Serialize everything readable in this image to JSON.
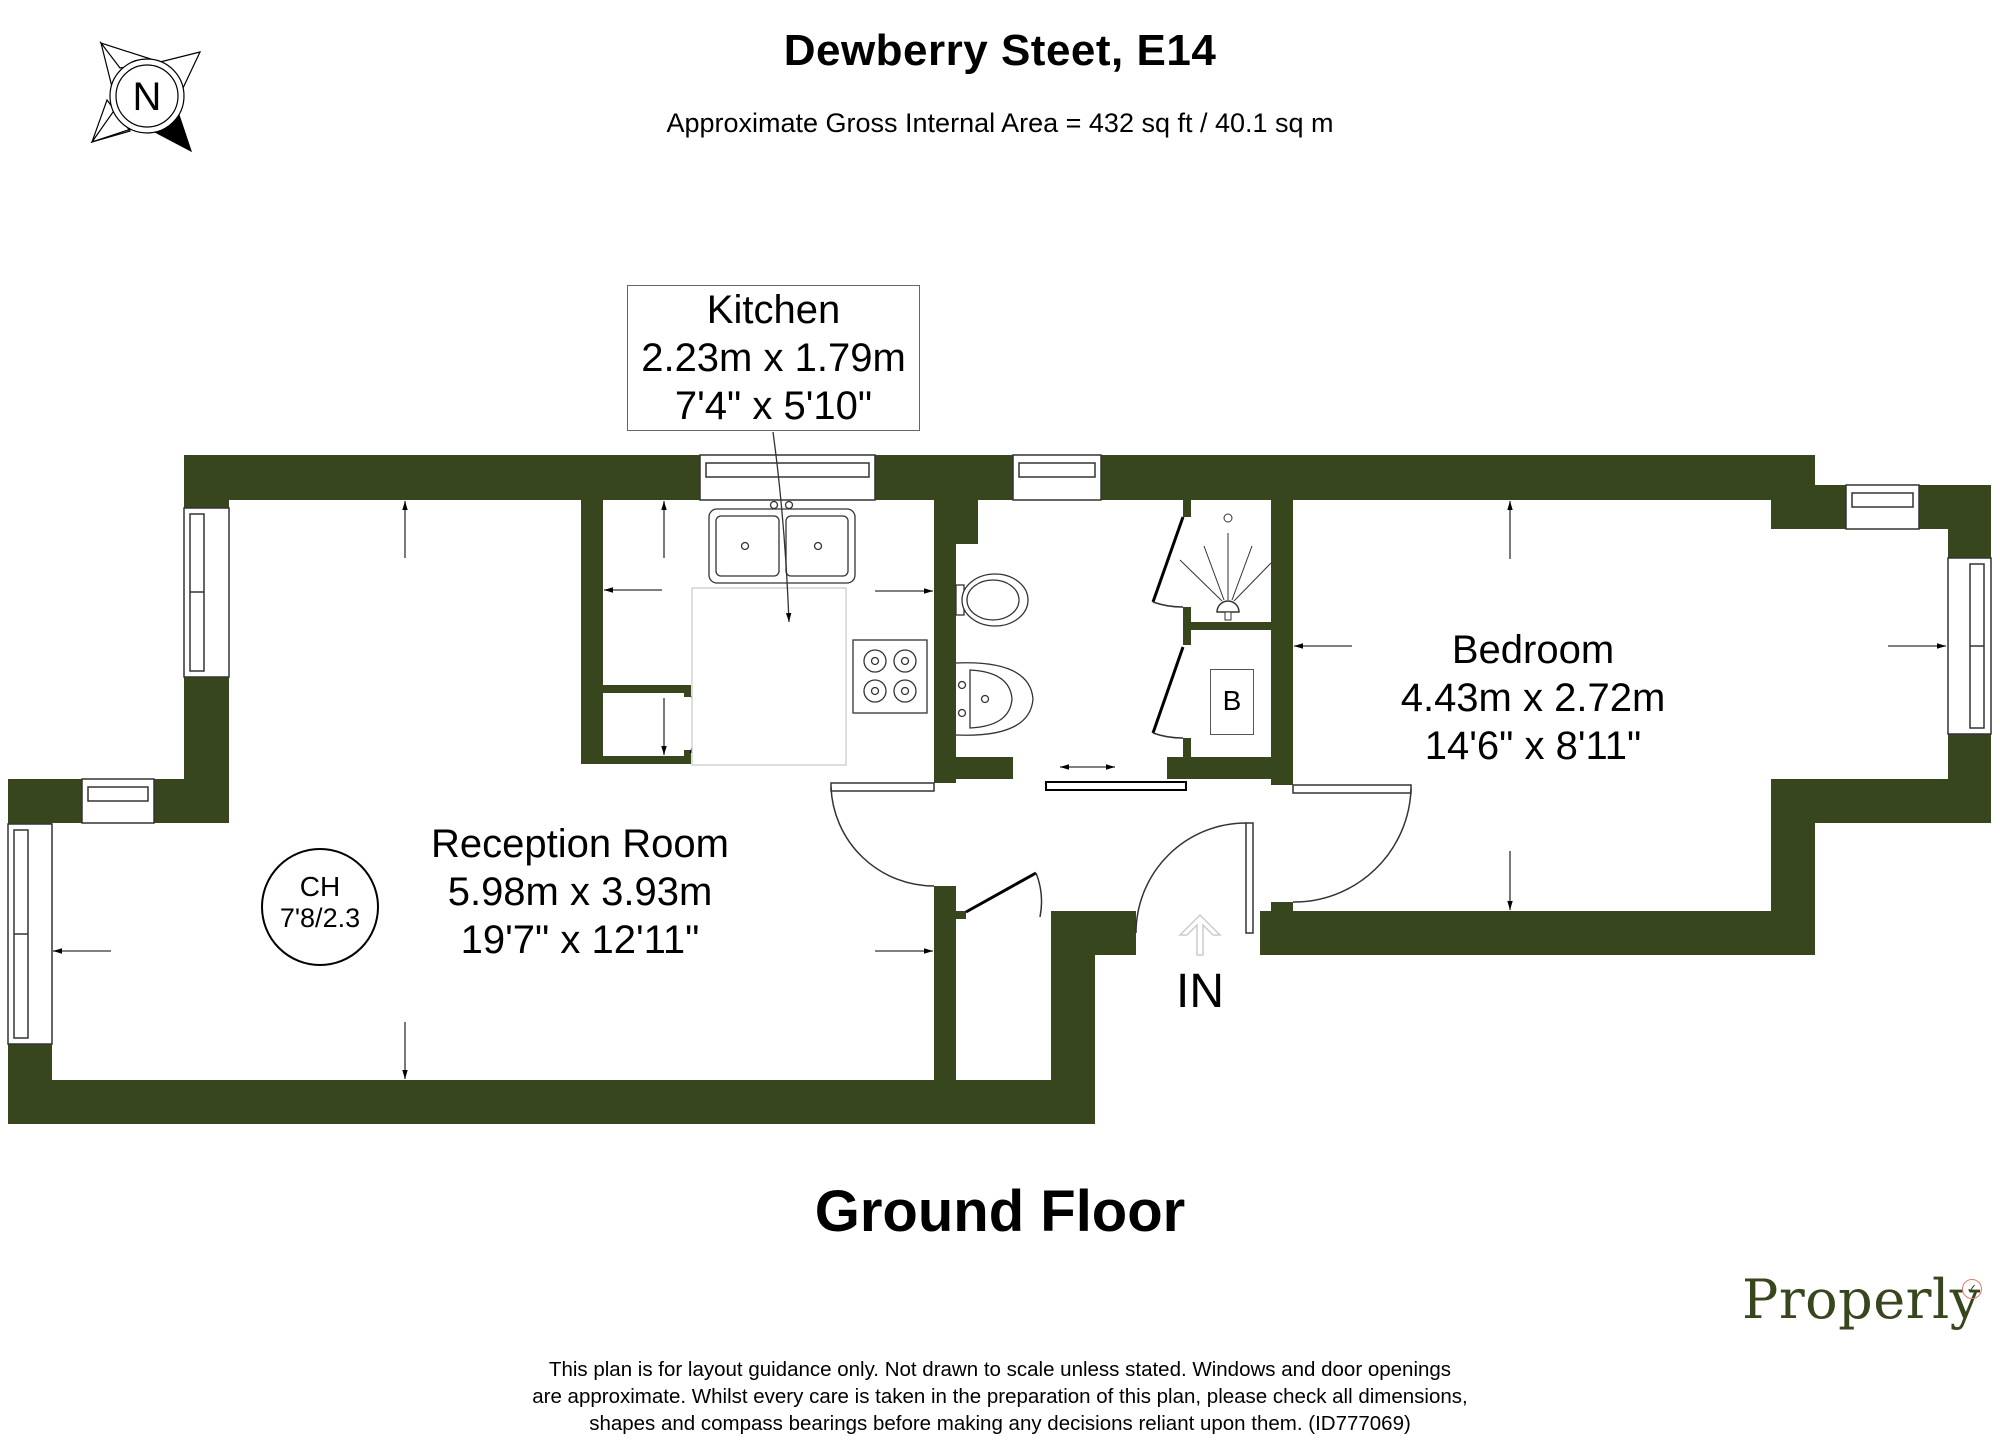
{
  "header": {
    "title": "Dewberry Steet, E14",
    "subtitle": "Approximate Gross Internal Area = 432 sq ft / 40.1 sq m"
  },
  "compass": {
    "label": "N",
    "icon": "compass-north-icon"
  },
  "rooms": {
    "kitchen": {
      "name": "Kitchen",
      "metric": "2.23m x 1.79m",
      "imperial": "7'4\" x 5'10\""
    },
    "reception": {
      "name": "Reception Room",
      "metric": "5.98m x 3.93m",
      "imperial": "19'7\" x 12'11\""
    },
    "bedroom": {
      "name": "Bedroom",
      "metric": "4.43m x 2.72m",
      "imperial": "14'6\" x 8'11\""
    }
  },
  "ceiling_height": {
    "label": "CH",
    "value": "7'8/2.3"
  },
  "boiler": {
    "label": "B"
  },
  "entrance": {
    "label": "IN"
  },
  "floor": {
    "title": "Ground Floor"
  },
  "disclaimer": {
    "line1": "This plan is for layout guidance only. Not drawn to scale unless stated. Windows and door openings",
    "line2": "are approximate. Whilst every care is taken in the preparation of this plan, please check all dimensions,",
    "line3": "shapes and compass bearings before making any decisions reliant upon them. (ID777069)"
  },
  "branding": {
    "logo_text": "Properly",
    "logo_mark": "✓"
  },
  "colors": {
    "wall": "#37461d",
    "logo": "#37461d",
    "logo_accent": "#e07b6e"
  }
}
